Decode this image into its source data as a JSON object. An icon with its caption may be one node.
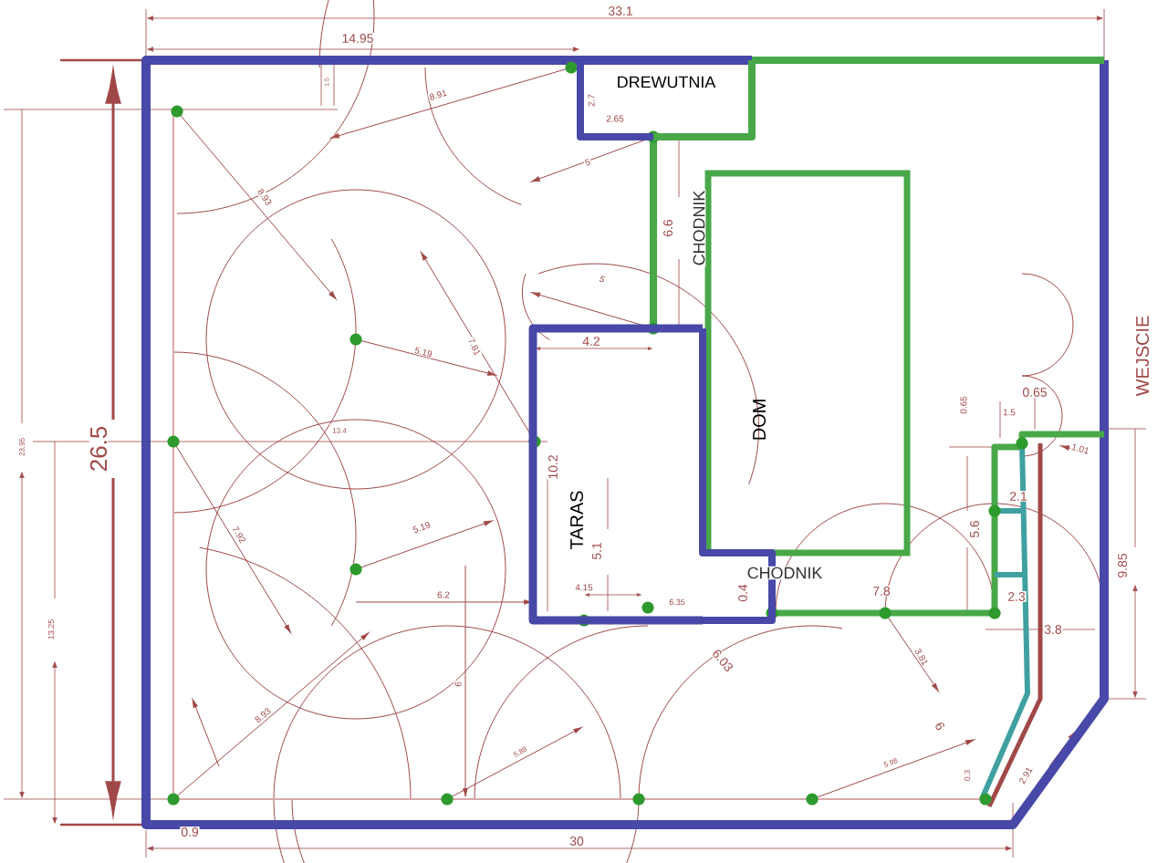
{
  "diagram": {
    "nodes": [
      {
        "text": [
          "DREWUTNIA"
        ]
      },
      {
        "text": [
          "DOM"
        ]
      },
      {
        "text": [
          "TARAS"
        ]
      }
    ],
    "labels": [
      "33.1",
      "14.95",
      "1.5",
      "8.91",
      "2.7",
      "2.65",
      "8.93",
      "5",
      "6.6",
      "CHODNIK",
      "5",
      "7.81",
      "5.19",
      "4.2",
      "WEJSCIE",
      "23.95",
      "26.5",
      "13.4",
      "10.2",
      "0.65",
      "1.5",
      "0.65",
      "1.01",
      "7.92",
      "5.19",
      "6.2",
      "5.1",
      "5.6",
      "2.1",
      "4.15",
      "6.35",
      "0.4",
      "CHODNIK",
      "7.8",
      "2.3",
      "3.8",
      "9.85",
      "13.25",
      "8.93",
      "6",
      "5.88",
      "6.03",
      "3.81",
      "6",
      "5.98",
      "0.3",
      "2.91",
      "0.9",
      "30"
    ]
  }
}
